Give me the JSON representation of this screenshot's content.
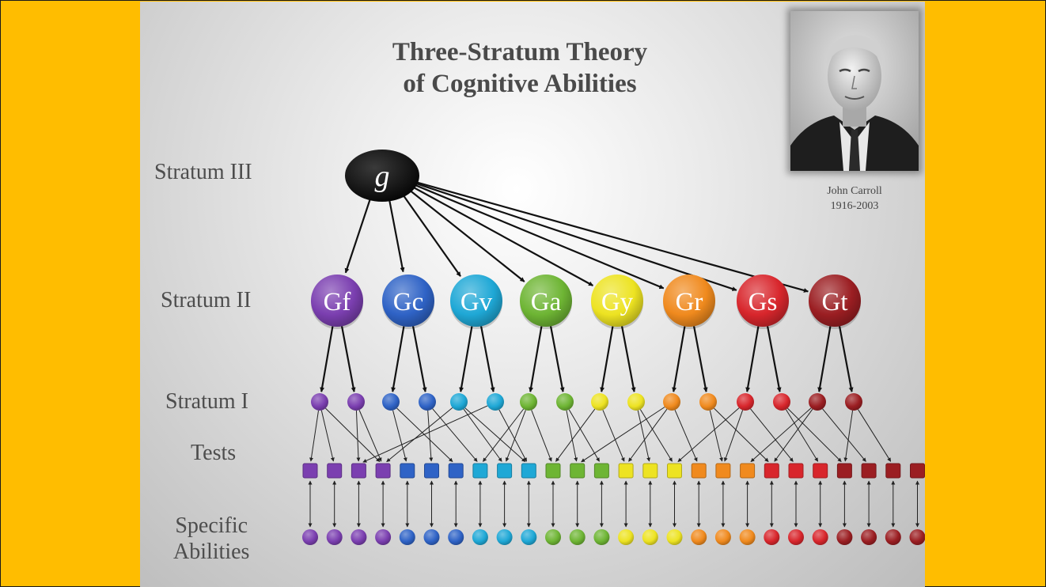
{
  "title": {
    "line1": "Three-Stratum Theory",
    "line2": "of Cognitive Abilities"
  },
  "stratum_labels": {
    "stratum3": "Stratum III",
    "stratum2": "Stratum II",
    "stratum1": "Stratum I",
    "tests": "Tests",
    "specific_line1": "Specific",
    "specific_line2": "Abilities"
  },
  "g_node": {
    "label": "g",
    "color": "#000000"
  },
  "stratum2": [
    {
      "label": "Gf",
      "color": "#7B3FB0"
    },
    {
      "label": "Gc",
      "color": "#2F63C6"
    },
    {
      "label": "Gv",
      "color": "#1FA8D6"
    },
    {
      "label": "Ga",
      "color": "#6EB534"
    },
    {
      "label": "Gy",
      "color": "#EDE322"
    },
    {
      "label": "Gr",
      "color": "#F08A1E"
    },
    {
      "label": "Gs",
      "color": "#D8262C"
    },
    {
      "label": "Gt",
      "color": "#9B1E22"
    }
  ],
  "portrait": {
    "name": "John Carroll",
    "years": "1916-2003"
  }
}
